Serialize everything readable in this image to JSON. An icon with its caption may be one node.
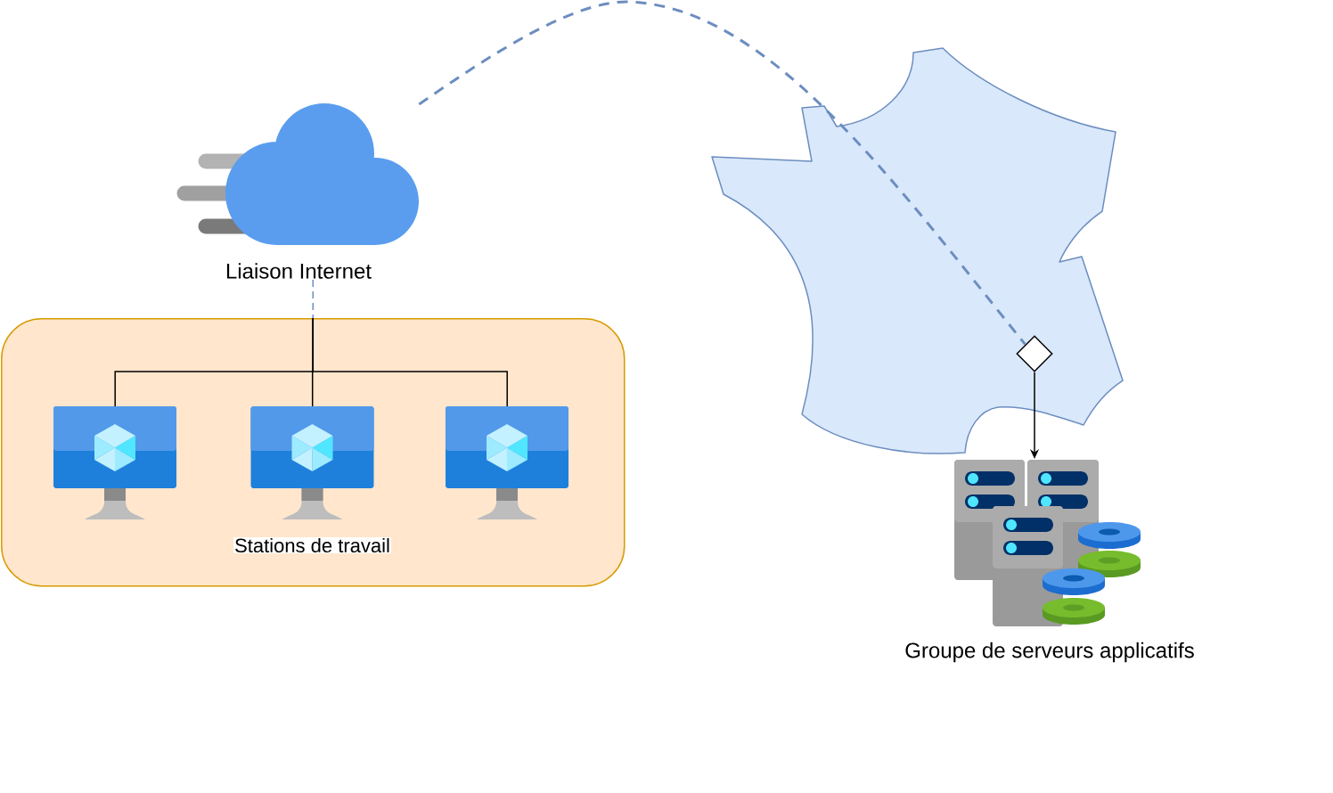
{
  "diagram": {
    "nodes": [
      {
        "text": [
          "Liaison Internet"
        ]
      },
      {
        "text": [
          "Stations de travail"
        ]
      },
      {
        "text": [],
        "shape": "picture",
        "in": 1
      },
      {
        "text": [],
        "shape": "picture",
        "in": 1
      },
      {
        "text": [],
        "shape": "picture",
        "in": 1
      },
      {
        "text": [],
        "shape": "picture"
      },
      {
        "text": [],
        "shape": "diamond",
        "in": 5
      },
      {
        "text": [
          "Groupe de serveurs applicatifs"
        ]
      }
    ],
    "edges": [
      {
        "from": 0,
        "to": 1,
        "arrow": "none",
        "style": "dashed",
        "color": "#6c8ebf"
      },
      {
        "from": 1,
        "to": 2,
        "arrow": "none"
      },
      {
        "from": 1,
        "to": 3,
        "arrow": "none"
      },
      {
        "from": 1,
        "to": 4,
        "arrow": "none"
      },
      {
        "from": 0,
        "to": 6,
        "arrow": "none",
        "style": "dashed",
        "color": "#6c8ebf"
      },
      {
        "from": 6,
        "to": 7,
        "arrow": "to"
      }
    ]
  }
}
